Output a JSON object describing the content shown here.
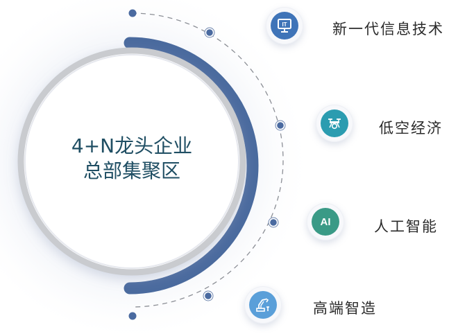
{
  "center": {
    "line1": "4+N龙头企业",
    "line2": "总部集聚区"
  },
  "colors": {
    "arc_blue": "#4a6a9e",
    "ring_gray": "#c9cbcf",
    "dot_blue": "#4a6aa0",
    "dash_gray": "#8c8f96",
    "title_teal": "#1f4e63"
  },
  "nodes": [
    {
      "label": "新一代信息技术",
      "icon": "it-monitor-icon",
      "icon_text": "IT",
      "color": "#3f74b8"
    },
    {
      "label": "低空经济",
      "icon": "drone-icon",
      "icon_text": "",
      "color": "#2b9cb0"
    },
    {
      "label": "人工智能",
      "icon": "ai-icon",
      "icon_text": "AI",
      "color": "#3a9a86"
    },
    {
      "label": "高端智造",
      "icon": "robot-arm-icon",
      "icon_text": "",
      "color": "#5a9fd9"
    }
  ]
}
